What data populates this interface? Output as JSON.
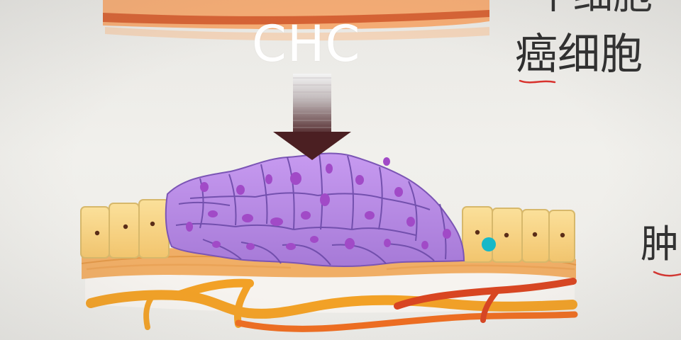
{
  "labels": {
    "chc": "CHC",
    "top_right_partial": "个细胞",
    "cancer_cell": "癌细胞",
    "tumor_partial": "肿"
  },
  "colors": {
    "background": "#ecebe8",
    "arrow_dark": "#4a1f22",
    "tumor_cell_fill": "#b889e8",
    "tumor_nucleus": "#a24ec7",
    "normal_cell_fill": "#f7d786",
    "blood_vessel": "#e55b1e",
    "highlight_dot": "#14b8c9",
    "handwritten_underline": "#d8322d"
  },
  "icons": {
    "arrow": "down-arrow-icon",
    "highlight_dot": "cyan-dot-icon"
  }
}
